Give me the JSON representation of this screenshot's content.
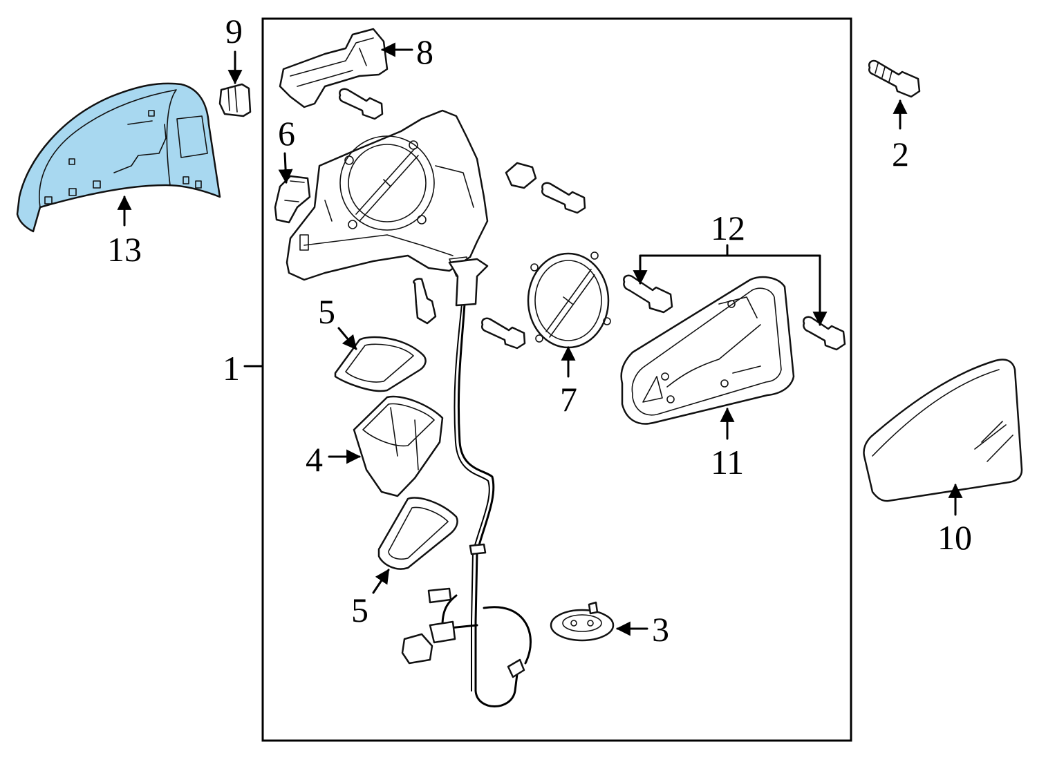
{
  "colors": {
    "line": "#000000",
    "background": "#ffffff",
    "highlight": "#a8d8f0"
  },
  "highlighted_part": "13",
  "callouts": {
    "c1": "1",
    "c2": "2",
    "c3": "3",
    "c4": "4",
    "c5a": "5",
    "c5b": "5",
    "c6": "6",
    "c7": "7",
    "c8": "8",
    "c9": "9",
    "c10": "10",
    "c11": "11",
    "c12": "12",
    "c13": "13"
  }
}
